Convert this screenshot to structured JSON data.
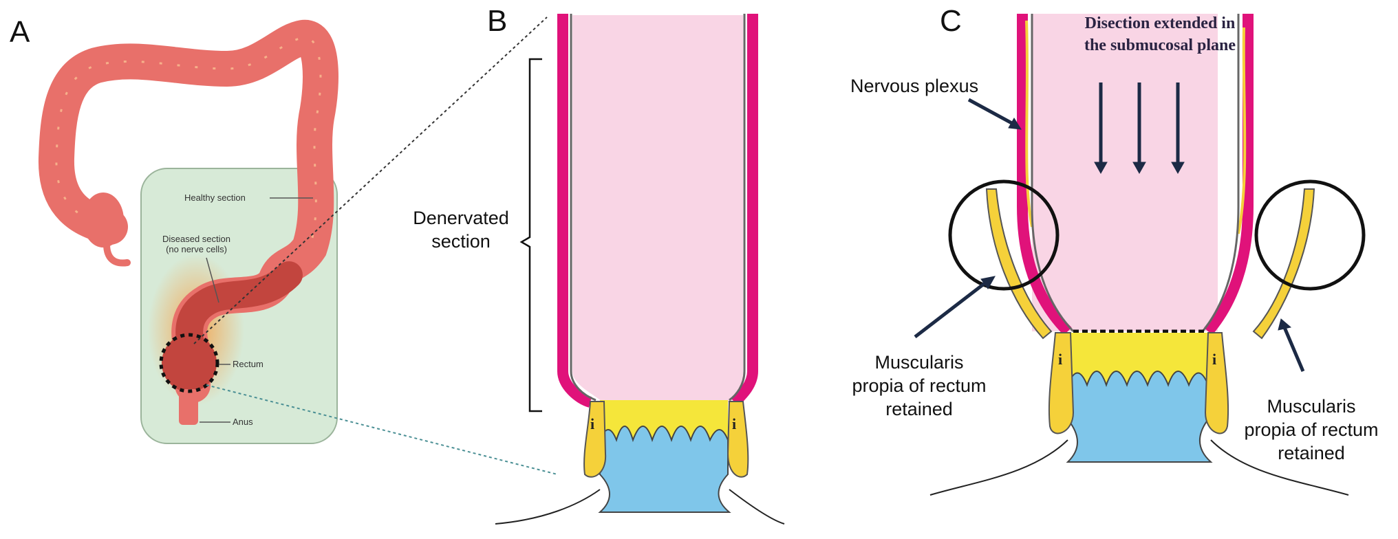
{
  "panels": {
    "a": {
      "letter": "A",
      "labels": {
        "healthy": "Healthy section",
        "diseased_line1": "Diseased section",
        "diseased_line2": "(no nerve cells)",
        "rectum": "Rectum",
        "anus": "Anus"
      }
    },
    "b": {
      "letter": "B",
      "denervated_line1": "Denervated",
      "denervated_line2": "section",
      "layer_mark": "i"
    },
    "c": {
      "letter": "C",
      "title_line1": "Disection extended in",
      "title_line2": "the submucosal plane",
      "nervous_plexus": "Nervous plexus",
      "left_line1": "Muscularis",
      "left_line2": "propia of rectum",
      "left_line3": "retained",
      "right_line1": "Muscularis",
      "right_line2": "propia of rectum",
      "right_line3": "retained",
      "layer_mark": "i"
    }
  },
  "colors": {
    "colon": "#e8706a",
    "colon_dark": "#c2453e",
    "highlight_box": "#d7ead7",
    "muscle_magenta": "#e0127a",
    "mucosa_pink": "#f9d5e5",
    "sphincter_yellow": "#f5e63a",
    "muscle_yellow": "#f5d13a",
    "anal_blue": "#7fc6ea",
    "arrow_navy": "#1c2a45"
  }
}
